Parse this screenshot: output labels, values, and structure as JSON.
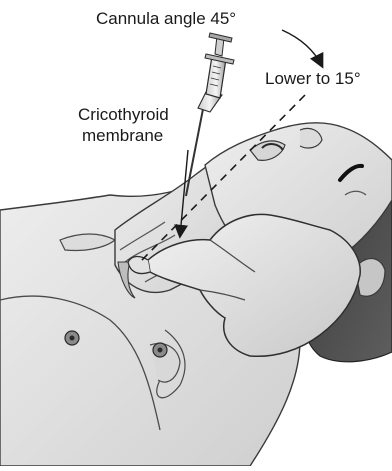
{
  "labels": {
    "cannula_angle": "Cannula angle 45°",
    "lower_to": "Lower to 15°",
    "membrane_line1": "Cricothyroid",
    "membrane_line2": "membrane"
  }
}
